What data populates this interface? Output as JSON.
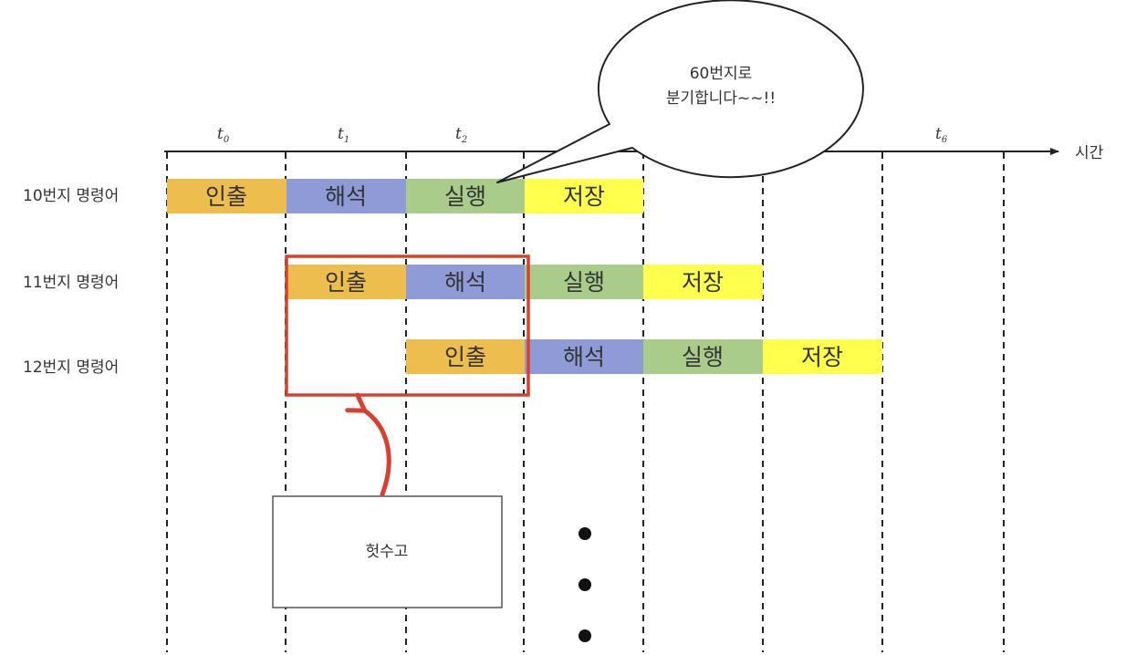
{
  "axis": {
    "label": "시간",
    "ticks": [
      {
        "base": "t",
        "sub": "0"
      },
      {
        "base": "t",
        "sub": "1"
      },
      {
        "base": "t",
        "sub": "2"
      },
      {
        "base": "t",
        "sub": "6"
      }
    ]
  },
  "rows": [
    {
      "label": "10번지 명령어",
      "stages": [
        "인출",
        "해석",
        "실행",
        "저장"
      ]
    },
    {
      "label": "11번지 명령어",
      "stages": [
        "인출",
        "해석",
        "실행",
        "저장"
      ]
    },
    {
      "label": "12번지 명령어",
      "stages": [
        "인출",
        "해석",
        "실행",
        "저장"
      ]
    }
  ],
  "callout": {
    "line1": "60번지로",
    "line2": "분기합니다~~!!"
  },
  "note": "헛수고",
  "colors": {
    "fetch": "#EDBE4D",
    "decode": "#8E9BD6",
    "execute": "#A9CC8A",
    "store": "#FFFF4D",
    "highlight": "#D8412F",
    "line": "#222222"
  }
}
